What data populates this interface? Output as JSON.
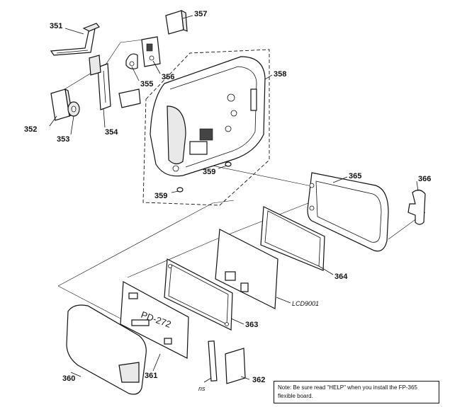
{
  "labels": {
    "p351": "351",
    "p352": "352",
    "p353": "353",
    "p354": "354",
    "p355": "355",
    "p356": "356",
    "p357": "357",
    "p358": "358",
    "p359a": "359",
    "p359b": "359",
    "p360": "360",
    "p361": "361",
    "p362": "362",
    "p363": "363",
    "p364": "364",
    "p365": "365",
    "p366": "366",
    "lcd": "LCD9001",
    "ns": "ns"
  },
  "pcb_text": "PD-272",
  "note": "Note: Be sure read \"HELP\" when you install the FP-365 flexible board."
}
